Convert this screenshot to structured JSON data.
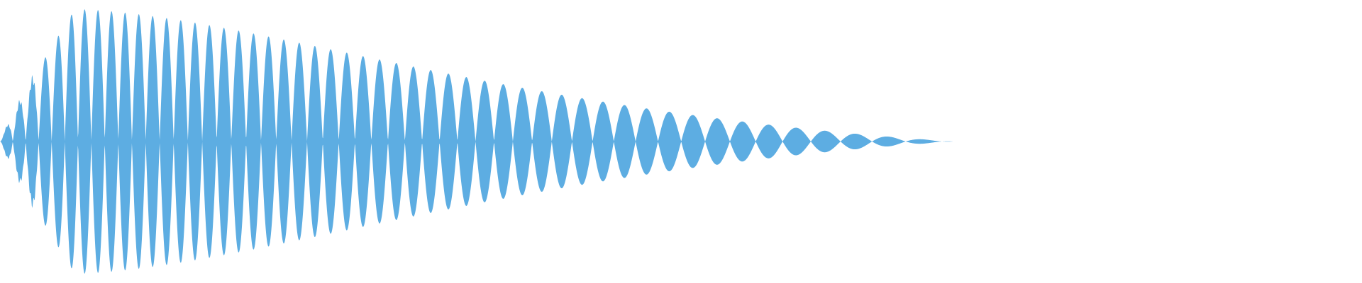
{
  "waveform": {
    "color": "#5dade2",
    "background": "#ffffff",
    "attack_fraction": 0.055,
    "decay_end_fraction": 0.7,
    "peak_amplitude_fraction": 0.96,
    "cycles": 38
  }
}
